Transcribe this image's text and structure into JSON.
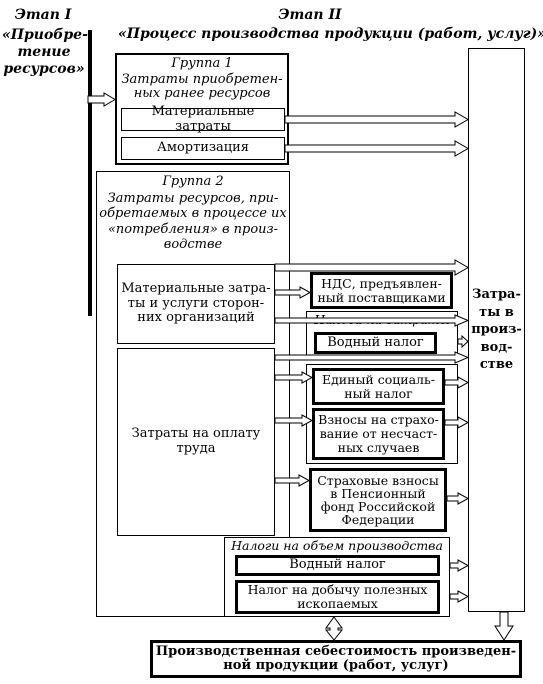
{
  "stage1": {
    "title": "Этап I",
    "subtitle": "«Приобре-\nтение\nресурсов»"
  },
  "stage2": {
    "title": "Этап II",
    "subtitle": "«Процесс производства продукции (работ, услуг)»"
  },
  "group1": {
    "title": "Группа 1",
    "desc": "Затраты приобретен-\nных ранее ресурсов",
    "items": [
      "Материальные затраты",
      "Амортизация"
    ]
  },
  "group2": {
    "title": "Группа 2",
    "desc": "Затраты ресурсов, при-\nобретаемых в процессе их\n«потребления» в произ-\nводстве",
    "materials": "Материальные затра-\nты и услуги сторон-\nних организаций",
    "labor": "Затраты на оплату\nтруда"
  },
  "vat": "НДС, предъявлен-\nный поставщиками",
  "cost_taxes": {
    "title": "Налоги на затраты",
    "water_tax": "Водный налог"
  },
  "social_tax": "Единый социаль-\nный налог",
  "accident_insurance": "Взносы на страхо-\nвание от несчаст-\nных случаев",
  "pension_insurance": "Страховые взносы\nв Пенсионный\nфонд Российской\nФедерации",
  "volume_taxes": {
    "title": "Налоги на объем производства",
    "water_tax": "Водный налог",
    "mineral_tax": "Налог на добычу полезных\nископаемых"
  },
  "production_costs": "Затра-\nты в\nпроиз-\nвод-\nстве",
  "cost_of_production": "Производственная себестоимость произведен-\nной продукции (работ, услуг)"
}
